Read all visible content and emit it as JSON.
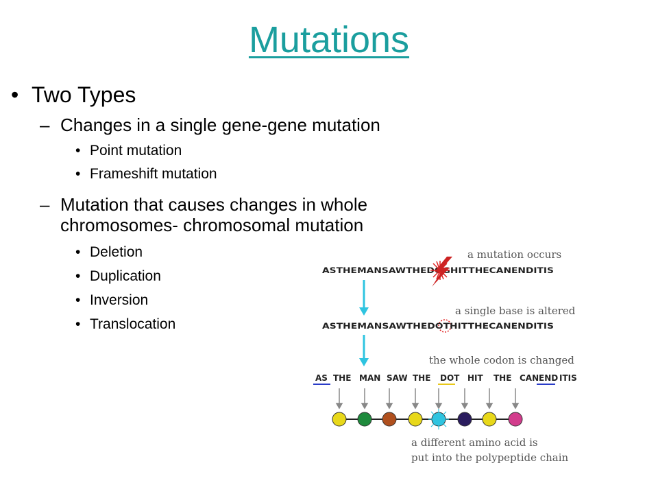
{
  "slide": {
    "title": "Mutations",
    "bullets": [
      {
        "text": "Two Types",
        "sub": [
          {
            "text": "Changes in a single gene-gene mutation",
            "sub": [
              "Point mutation",
              "Frameshift mutation"
            ]
          },
          {
            "text_line1": "Mutation that causes changes in whole",
            "text_line2": "chromosomes- chromosomal mutation",
            "sub": [
              "Deletion",
              "Duplication",
              "Inversion",
              "Translocation"
            ]
          }
        ]
      }
    ],
    "bullet_marker": "•",
    "dash_marker": "–"
  },
  "figure": {
    "label_mutation_occurs": "a mutation occurs",
    "sequence_original": "ASTHEMANSAWTHEDOGHITTHECANENDITIS",
    "label_single_base": "a single base is altered",
    "sequence_altered": "ASTHEMANSAWTHEDOTHITTHECANENDITIS",
    "label_codon_changed": "the whole codon is changed",
    "codons": [
      "AS",
      "THE",
      "MAN",
      "SAW",
      "THE",
      "DOT",
      "HIT",
      "THE",
      "CAN",
      "END",
      "ITIS"
    ],
    "label_amino_line1": "a different amino acid is",
    "label_amino_line2": "put into the polypeptide chain",
    "amino_colors": [
      "#e8d81a",
      "#1e8a3c",
      "#b0501e",
      "#e8d81a",
      "#2ec4e0",
      "#2a1c5e",
      "#e8d81a",
      "#d23c8c"
    ],
    "accent_color": "#2ec4e0",
    "title_color": "#1a9e9e"
  }
}
